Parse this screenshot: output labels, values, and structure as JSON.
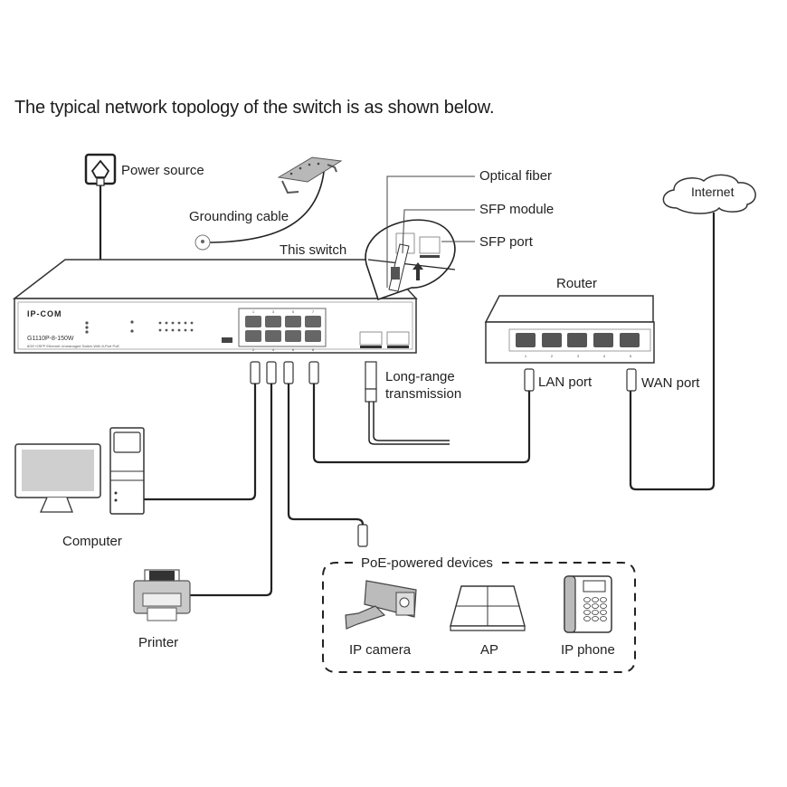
{
  "title": "The typical network topology of the switch is as shown below.",
  "labels": {
    "power_source": "Power source",
    "grounding_cable": "Grounding cable",
    "this_switch": "This switch",
    "optical_fiber": "Optical fiber",
    "sfp_module": "SFP module",
    "sfp_port": "SFP port",
    "internet": "Internet",
    "router": "Router",
    "lan_port": "LAN port",
    "wan_port": "WAN port",
    "long_range_line1": "Long-range",
    "long_range_line2": "transmission",
    "computer": "Computer",
    "printer": "Printer",
    "poe_group": "PoE-powered devices",
    "ip_camera": "IP camera",
    "ap": "AP",
    "ip_phone": "IP phone"
  },
  "switch": {
    "brand": "IP-COM",
    "model": "G1110P-8-150W",
    "description": "8GE+2SFP Ethernet Unmanaged Switch With 8-Port PoE",
    "port_numbers_top": [
      "1",
      "3",
      "5",
      "7"
    ],
    "port_numbers_bottom": [
      "2",
      "4",
      "6",
      "8"
    ]
  },
  "router": {
    "port_numbers": [
      "1",
      "2",
      "3",
      "4",
      "5"
    ]
  }
}
